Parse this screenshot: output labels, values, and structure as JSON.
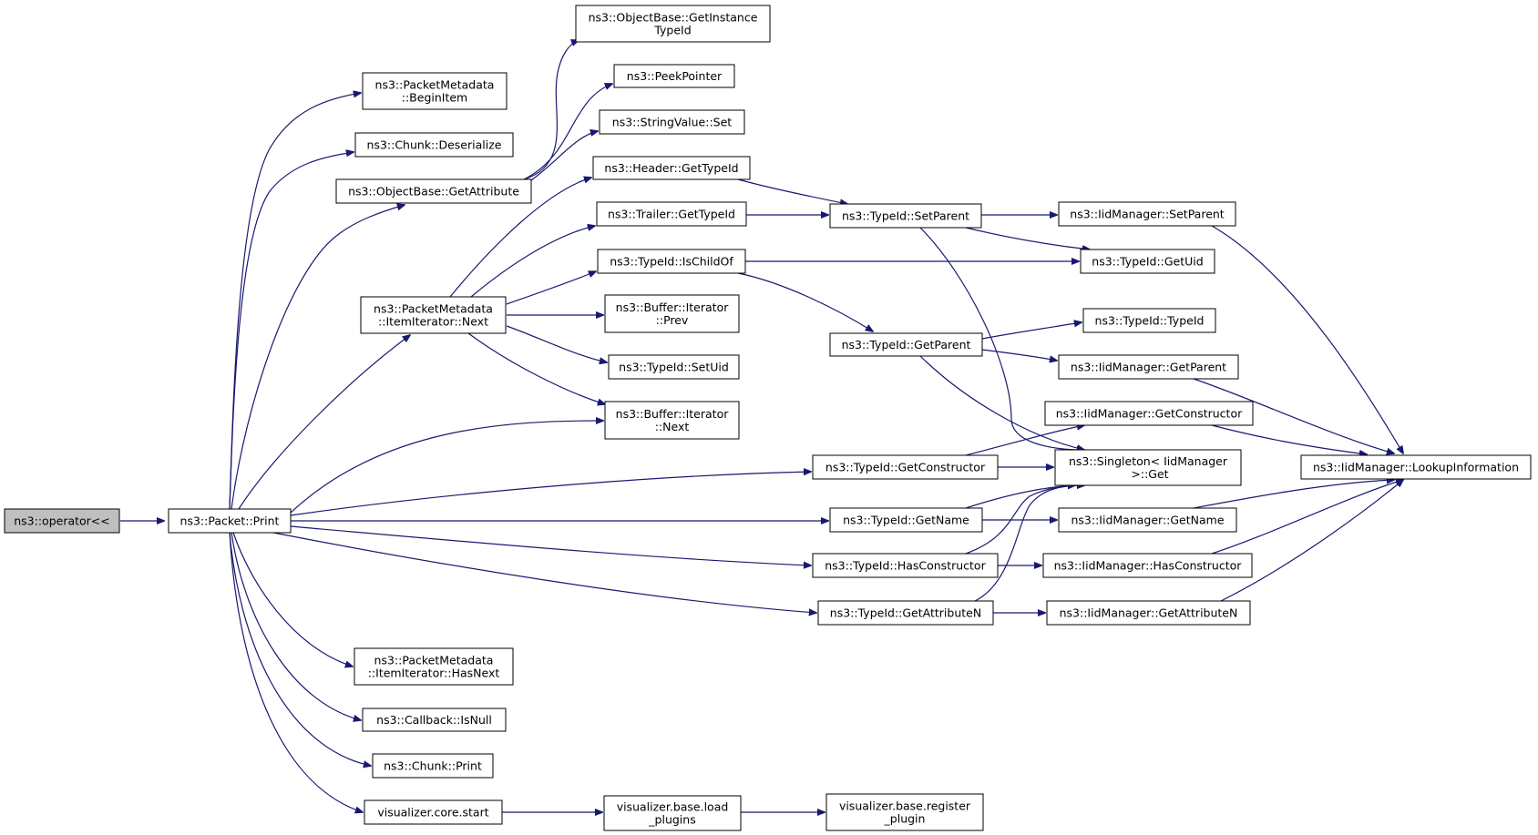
{
  "colors": {
    "edge": "#191970",
    "node_fill": "#ffffff",
    "root_fill": "#bfbfbf",
    "border": "#000000"
  },
  "nodes": {
    "operator_ll": [
      "ns3::operator<<"
    ],
    "packet_print": [
      "ns3::Packet::Print"
    ],
    "pm_beginitem": [
      "ns3::PacketMetadata",
      "::BeginItem"
    ],
    "chunk_deserialize": [
      "ns3::Chunk::Deserialize"
    ],
    "ob_getattribute": [
      "ns3::ObjectBase::GetAttribute"
    ],
    "pm_itemiter_next": [
      "ns3::PacketMetadata",
      "::ItemIterator::Next"
    ],
    "pm_itemiter_hasnext": [
      "ns3::PacketMetadata",
      "::ItemIterator::HasNext"
    ],
    "callback_isnull": [
      "ns3::Callback::IsNull"
    ],
    "chunk_print": [
      "ns3::Chunk::Print"
    ],
    "vis_core_start": [
      "visualizer.core.start"
    ],
    "ob_getinstancetypeid": [
      "ns3::ObjectBase::GetInstance",
      "TypeId"
    ],
    "peekpointer": [
      "ns3::PeekPointer"
    ],
    "stringvalue_set": [
      "ns3::StringValue::Set"
    ],
    "header_gettypeid": [
      "ns3::Header::GetTypeId"
    ],
    "trailer_gettypeid": [
      "ns3::Trailer::GetTypeId"
    ],
    "typeid_ischildof": [
      "ns3::TypeId::IsChildOf"
    ],
    "buffer_iter_prev": [
      "ns3::Buffer::Iterator",
      "::Prev"
    ],
    "typeid_setuid": [
      "ns3::TypeId::SetUid"
    ],
    "buffer_iter_next": [
      "ns3::Buffer::Iterator",
      "::Next"
    ],
    "vis_base_load": [
      "visualizer.base.load",
      "_plugins"
    ],
    "typeid_setparent": [
      "ns3::TypeId::SetParent"
    ],
    "typeid_getparent": [
      "ns3::TypeId::GetParent"
    ],
    "typeid_getconstructor": [
      "ns3::TypeId::GetConstructor"
    ],
    "typeid_getname": [
      "ns3::TypeId::GetName"
    ],
    "typeid_hasconstructor": [
      "ns3::TypeId::HasConstructor"
    ],
    "typeid_getattributen": [
      "ns3::TypeId::GetAttributeN"
    ],
    "vis_base_register": [
      "visualizer.base.register",
      "_plugin"
    ],
    "iid_setparent": [
      "ns3::IidManager::SetParent"
    ],
    "typeid_getuid": [
      "ns3::TypeId::GetUid"
    ],
    "typeid_typeid": [
      "ns3::TypeId::TypeId"
    ],
    "iid_getparent": [
      "ns3::IidManager::GetParent"
    ],
    "iid_getconstructor": [
      "ns3::IidManager::GetConstructor"
    ],
    "singleton_get": [
      "ns3::Singleton< IidManager",
      " >::Get"
    ],
    "iid_getname": [
      "ns3::IidManager::GetName"
    ],
    "iid_hasconstructor": [
      "ns3::IidManager::HasConstructor"
    ],
    "iid_getattributen": [
      "ns3::IidManager::GetAttributeN"
    ],
    "iid_lookupinformation": [
      "ns3::IidManager::LookupInformation"
    ]
  }
}
